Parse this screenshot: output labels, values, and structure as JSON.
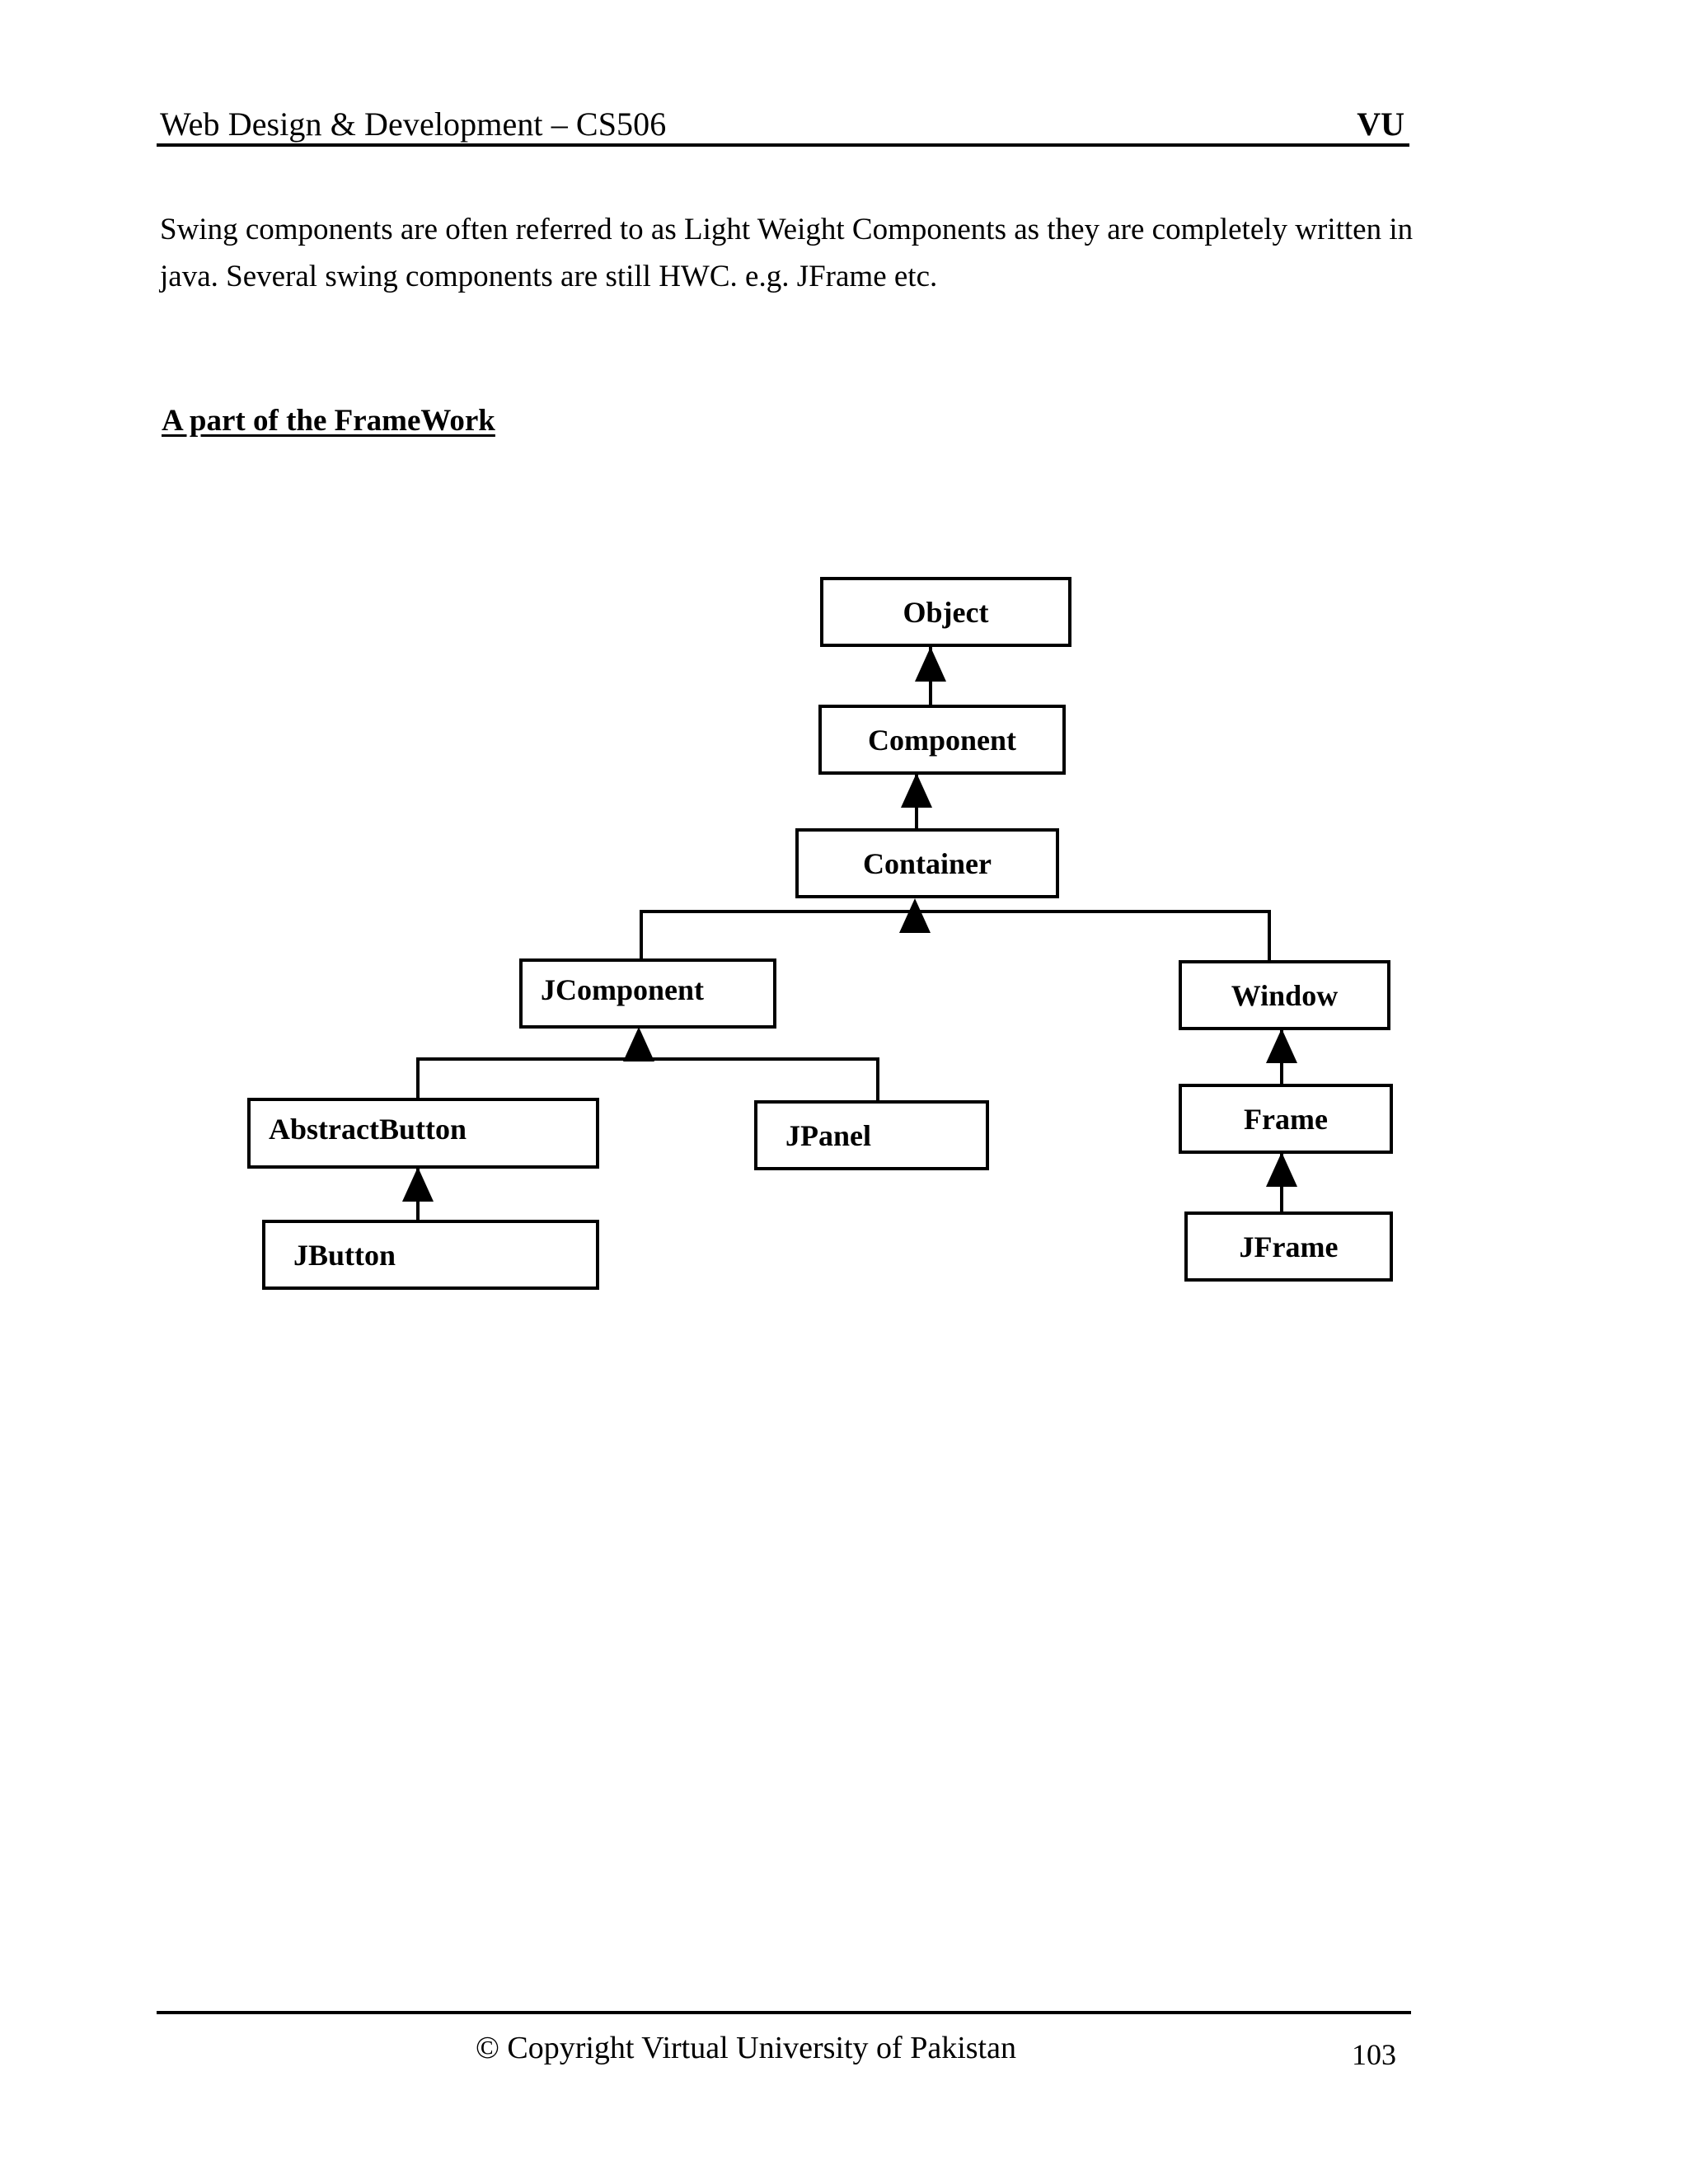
{
  "header": {
    "course_title": "Web Design & Development – CS506",
    "institution": "VU"
  },
  "body": {
    "paragraph_line1": "Swing components are often referred to as Light Weight Components as they are completely written in",
    "paragraph_line2": "java. Several swing components are still HWC. e.g. JFrame etc.",
    "section_heading": "A part of the FrameWork"
  },
  "diagram": {
    "title": "A part of the FrameWork",
    "type": "class-hierarchy",
    "nodes": [
      {
        "id": "object",
        "label": "Object"
      },
      {
        "id": "component",
        "label": "Component"
      },
      {
        "id": "container",
        "label": "Container"
      },
      {
        "id": "jcomponent",
        "label": "JComponent"
      },
      {
        "id": "window",
        "label": "Window"
      },
      {
        "id": "abstractbutton",
        "label": "AbstractButton"
      },
      {
        "id": "jpanel",
        "label": "JPanel"
      },
      {
        "id": "frame",
        "label": "Frame"
      },
      {
        "id": "jbutton",
        "label": "JButton"
      },
      {
        "id": "jframe",
        "label": "JFrame"
      }
    ],
    "edges": [
      {
        "from": "component",
        "to": "object",
        "relation": "extends"
      },
      {
        "from": "container",
        "to": "component",
        "relation": "extends"
      },
      {
        "from": "jcomponent",
        "to": "container",
        "relation": "extends"
      },
      {
        "from": "window",
        "to": "container",
        "relation": "extends"
      },
      {
        "from": "abstractbutton",
        "to": "jcomponent",
        "relation": "extends"
      },
      {
        "from": "jpanel",
        "to": "jcomponent",
        "relation": "extends"
      },
      {
        "from": "jbutton",
        "to": "abstractbutton",
        "relation": "extends"
      },
      {
        "from": "frame",
        "to": "window",
        "relation": "extends"
      },
      {
        "from": "jframe",
        "to": "frame",
        "relation": "extends"
      }
    ]
  },
  "footer": {
    "copyright": "© Copyright Virtual University of Pakistan",
    "page_number": "103"
  }
}
